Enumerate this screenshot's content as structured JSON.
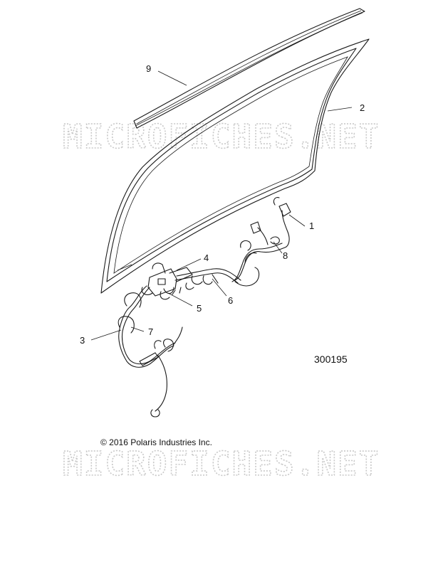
{
  "watermark": {
    "text": "MICROFICHES.NET"
  },
  "callouts": [
    {
      "id": "1",
      "label": "1"
    },
    {
      "id": "2",
      "label": "2"
    },
    {
      "id": "3",
      "label": "3"
    },
    {
      "id": "4",
      "label": "4"
    },
    {
      "id": "5",
      "label": "5"
    },
    {
      "id": "6",
      "label": "6"
    },
    {
      "id": "7",
      "label": "7"
    },
    {
      "id": "8",
      "label": "8"
    },
    {
      "id": "9",
      "label": "9"
    }
  ],
  "part_number": "300195",
  "copyright": "© 2016 Polaris Industries Inc."
}
